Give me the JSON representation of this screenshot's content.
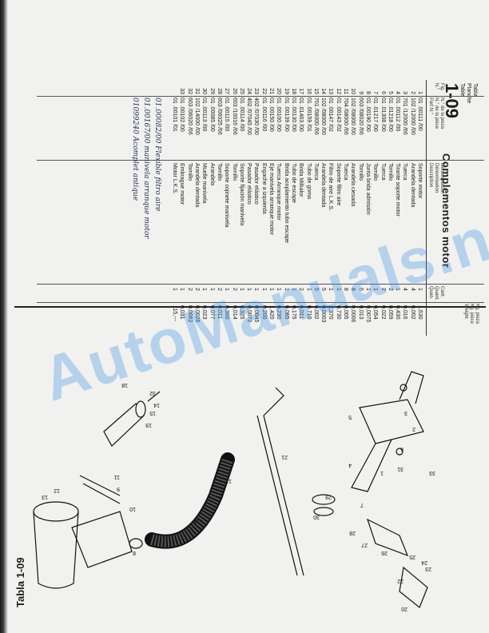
{
  "header": {
    "tabla_small": "Tabla\nPlanche\nTable",
    "tabla_big": "1-09",
    "title": "Complementos motor",
    "col_fig": "Fig.\nN.°",
    "col_ref": "N.° de la pieza\nN.° de la pièce\nPart N.°",
    "col_den": "Denominación\nDénomination\nDescription",
    "col_qty": "Cant.\nQuant.\nQuan.",
    "col_kg": "Kg. pieza\nKg. pièce\nWeight"
  },
  "rows": [
    {
      "fig": "1",
      "ref": "01 .00111 /00",
      "den": "Soporte motor",
      "qty": "1",
      "kg": "1,630"
    },
    {
      "fig": "2",
      "ref": "102 /12000 /00",
      "den": "Arandela dentada",
      "qty": "4",
      "kg": "0,002"
    },
    {
      "fig": "3",
      "ref": "701 /12000 /66",
      "den": "Tuerca",
      "qty": "4",
      "kg": "0,016"
    },
    {
      "fig": "4",
      "ref": "01 .00112 /00",
      "den": "Tirante soporte motor",
      "qty": "1",
      "kg": "0,430"
    },
    {
      "fig": "5",
      "ref": "01 .01218 /00",
      "den": "Tornillo",
      "qty": "2",
      "kg": "0,059"
    },
    {
      "fig": "6",
      "ref": "01 .01308 /00",
      "den": "Tuerca",
      "qty": "2",
      "kg": "0,022"
    },
    {
      "fig": "7",
      "ref": "01 .01217 /00",
      "den": "Tornillo",
      "qty": "1",
      "kg": "0,054"
    },
    {
      "fig": "8",
      "ref": "01 .00190 /00",
      "den": "Junta brida admisión",
      "qty": "1",
      "kg": "0,0075"
    },
    {
      "fig": "9",
      "ref": "603 /08020 /66",
      "den": "Tornillo",
      "qty": "6",
      "kg": "0,013"
    },
    {
      "fig": "10",
      "ref": "102 /08000 /00",
      "den": "Arandela ciesada",
      "qty": "8",
      "kg": "0,0006"
    },
    {
      "fig": "11",
      "ref": "704 /08000 /66",
      "den": "Tuerca",
      "qty": "8",
      "kg": "0,005"
    },
    {
      "fig": "12",
      "ref": "01 .00143 /02",
      "den": "Soporte filtro aire",
      "qty": "1",
      "kg": "0,730"
    },
    {
      "fig": "13",
      "ref": "01 .00147 /02",
      "den": "Filtro de aire L.K.S.",
      "qty": "1",
      "kg": "2,370"
    },
    {
      "fig": "14",
      "ref": "102 /08000 /00",
      "den": "Arandela dentada",
      "qty": "5",
      "kg": "0,0003"
    },
    {
      "fig": "15",
      "ref": "701 /08000 /66",
      "den": "Tuerca",
      "qty": "5",
      "kg": "0,002"
    },
    {
      "fig": "16",
      "ref": "01 .00159 /01",
      "den": "Tubo de goma",
      "qty": "1",
      "kg": "0,710"
    },
    {
      "fig": "17",
      "ref": "01 .01463 /00",
      "den": "Brida Milkalor",
      "qty": "2",
      "kg": "0,011"
    },
    {
      "fig": "18",
      "ref": "01 .00130 /00",
      "den": "Tubo de escape",
      "qty": "1",
      "kg": "0,175"
    },
    {
      "fig": "19",
      "ref": "01 .00139 /00",
      "den": "Brida acoplamiento tubo escape",
      "qty": "1",
      "kg": "0,085"
    },
    {
      "fig": "20",
      "ref": "01 .00100 /00",
      "den": "Tuerca Arranque motor",
      "qty": "1",
      "kg": "0,230"
    },
    {
      "fig": "21",
      "ref": "01 .00150 /00",
      "den": "Eje manivela arranque motor",
      "qty": "1",
      "kg": "1,420"
    },
    {
      "fig": "22",
      "ref": "01 .00116 /00",
      "den": "Engache a izquierda",
      "qty": "1",
      "kg": "0,200"
    },
    {
      "fig": "23",
      "ref": "402 /07030 /00",
      "den": "Pasador elástico",
      "qty": "1",
      "kg": "0,0045"
    },
    {
      "fig": "24",
      "ref": "402 /07045 /00",
      "den": "Pasador elástico",
      "qty": "1",
      "kg": "0,0072"
    },
    {
      "fig": "25",
      "ref": "01 .00114 /00",
      "den": "Soporte fijación manivela",
      "qty": "1",
      "kg": "0,325"
    },
    {
      "fig": "26",
      "ref": "603 /10016 /66",
      "den": "Tornillo",
      "qty": "2",
      "kg": "0,014"
    },
    {
      "fig": "27",
      "ref": "01 .00115 /00",
      "den": "Soporte cojinete manivela",
      "qty": "1",
      "kg": "0,360"
    },
    {
      "fig": "28",
      "ref": "603 /06025 /66",
      "den": "Tornillo",
      "qty": "2",
      "kg": "0,011"
    },
    {
      "fig": "29",
      "ref": "01 .00085 /00",
      "den": "Arandela",
      "qty": "1",
      "kg": "0,077"
    },
    {
      "fig": "30",
      "ref": "01 .00113 /00",
      "den": "Muelle manivela",
      "qty": "1",
      "kg": "0,023"
    },
    {
      "fig": "31",
      "ref": "102 /14000 /00",
      "den": "Arandela dentada",
      "qty": "2",
      "kg": "0,0026"
    },
    {
      "fig": "32",
      "ref": "603 /06020 /66",
      "den": "Tornillo",
      "qty": "2",
      "kg": "0,0062"
    },
    {
      "fig": "33",
      "ref": "01 .00102 /00",
      "den": "Embrague motor",
      "qty": "1",
      "kg": "0,031"
    },
    {
      "fig": "",
      "ref": "01 .00101 /01",
      "den": "Motor L.K.S.",
      "qty": "1",
      "kg": "115,---"
    }
  ],
  "handwritten": {
    "note1": "01.00082/00 Flexible filtro aire",
    "note2": "01.00167/00 manivela arranque motor",
    "note3": "01099240 Acomplet antique"
  },
  "caption": "Tabla 1-09",
  "watermark": "AutoManuals.net",
  "callouts": [
    "1",
    "2",
    "3",
    "4",
    "5",
    "6",
    "7",
    "8",
    "9",
    "10",
    "11",
    "12",
    "13",
    "14",
    "15",
    "16",
    "17",
    "18",
    "19",
    "20",
    "21",
    "22",
    "23",
    "24",
    "25",
    "26",
    "27",
    "28",
    "29",
    "30",
    "31",
    "32",
    "33"
  ]
}
